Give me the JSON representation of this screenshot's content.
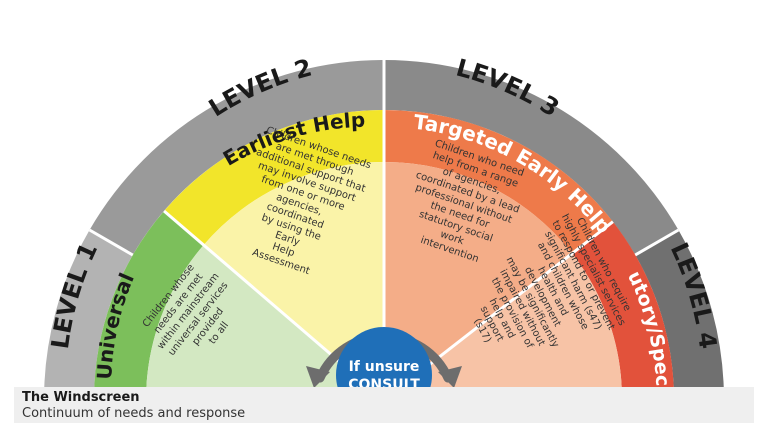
{
  "colors": {
    "level_grey_1": "#b3b3b3",
    "level_grey_2": "#9a9a9a",
    "level_grey_3": "#8a8a8a",
    "level_grey_4": "#707070",
    "universal_band": "#7cbf5b",
    "earliest_band": "#f2e52a",
    "targeted_band": "#ee7a4a",
    "statutory_band": "#e2523b",
    "universal_fill": "#d3e8c2",
    "earliest_fill": "#faf3a8",
    "targeted_fill": "#f4ad88",
    "statutory_fill": "#f7c3a6",
    "consult_blue": "#1f6fb8",
    "arrow_grey": "#6d6d6d"
  },
  "levels": [
    "LEVEL 1",
    "LEVEL 2",
    "LEVEL 3",
    "LEVEL 4"
  ],
  "bands": [
    "Universal",
    "Earliest Help",
    "Targeted Early Help",
    "Statutory/Specialist"
  ],
  "descriptions": {
    "universal": [
      "Children whose",
      "needs are met",
      "within mainstream",
      "universal services",
      "provided",
      "to all"
    ],
    "earliest": [
      "Children whose needs",
      "are met through",
      "additional support that",
      "may involve support",
      "from one or more",
      "agencies,",
      "coordinated",
      "by using the",
      "Early",
      "Help",
      "Assessment"
    ],
    "targeted": [
      "Children who need",
      "help from a range",
      "of agencies,",
      "coordinated by a lead",
      "professional without",
      "the need for",
      "statutory social",
      "work",
      "intervention"
    ],
    "statutory": [
      "Children who require",
      "highly specialist services",
      "to respond to or prevent",
      "significant harm (s47)",
      "and children whose",
      "health and",
      "development",
      "may be significantly",
      "impaired without",
      "the provision of",
      "help and",
      "support",
      "(s17)"
    ]
  },
  "consult": {
    "line1": "If unsure",
    "line2": "CONSULT"
  },
  "caption": {
    "title": "The Windscreen",
    "subtitle": "Continuum of needs and response"
  }
}
